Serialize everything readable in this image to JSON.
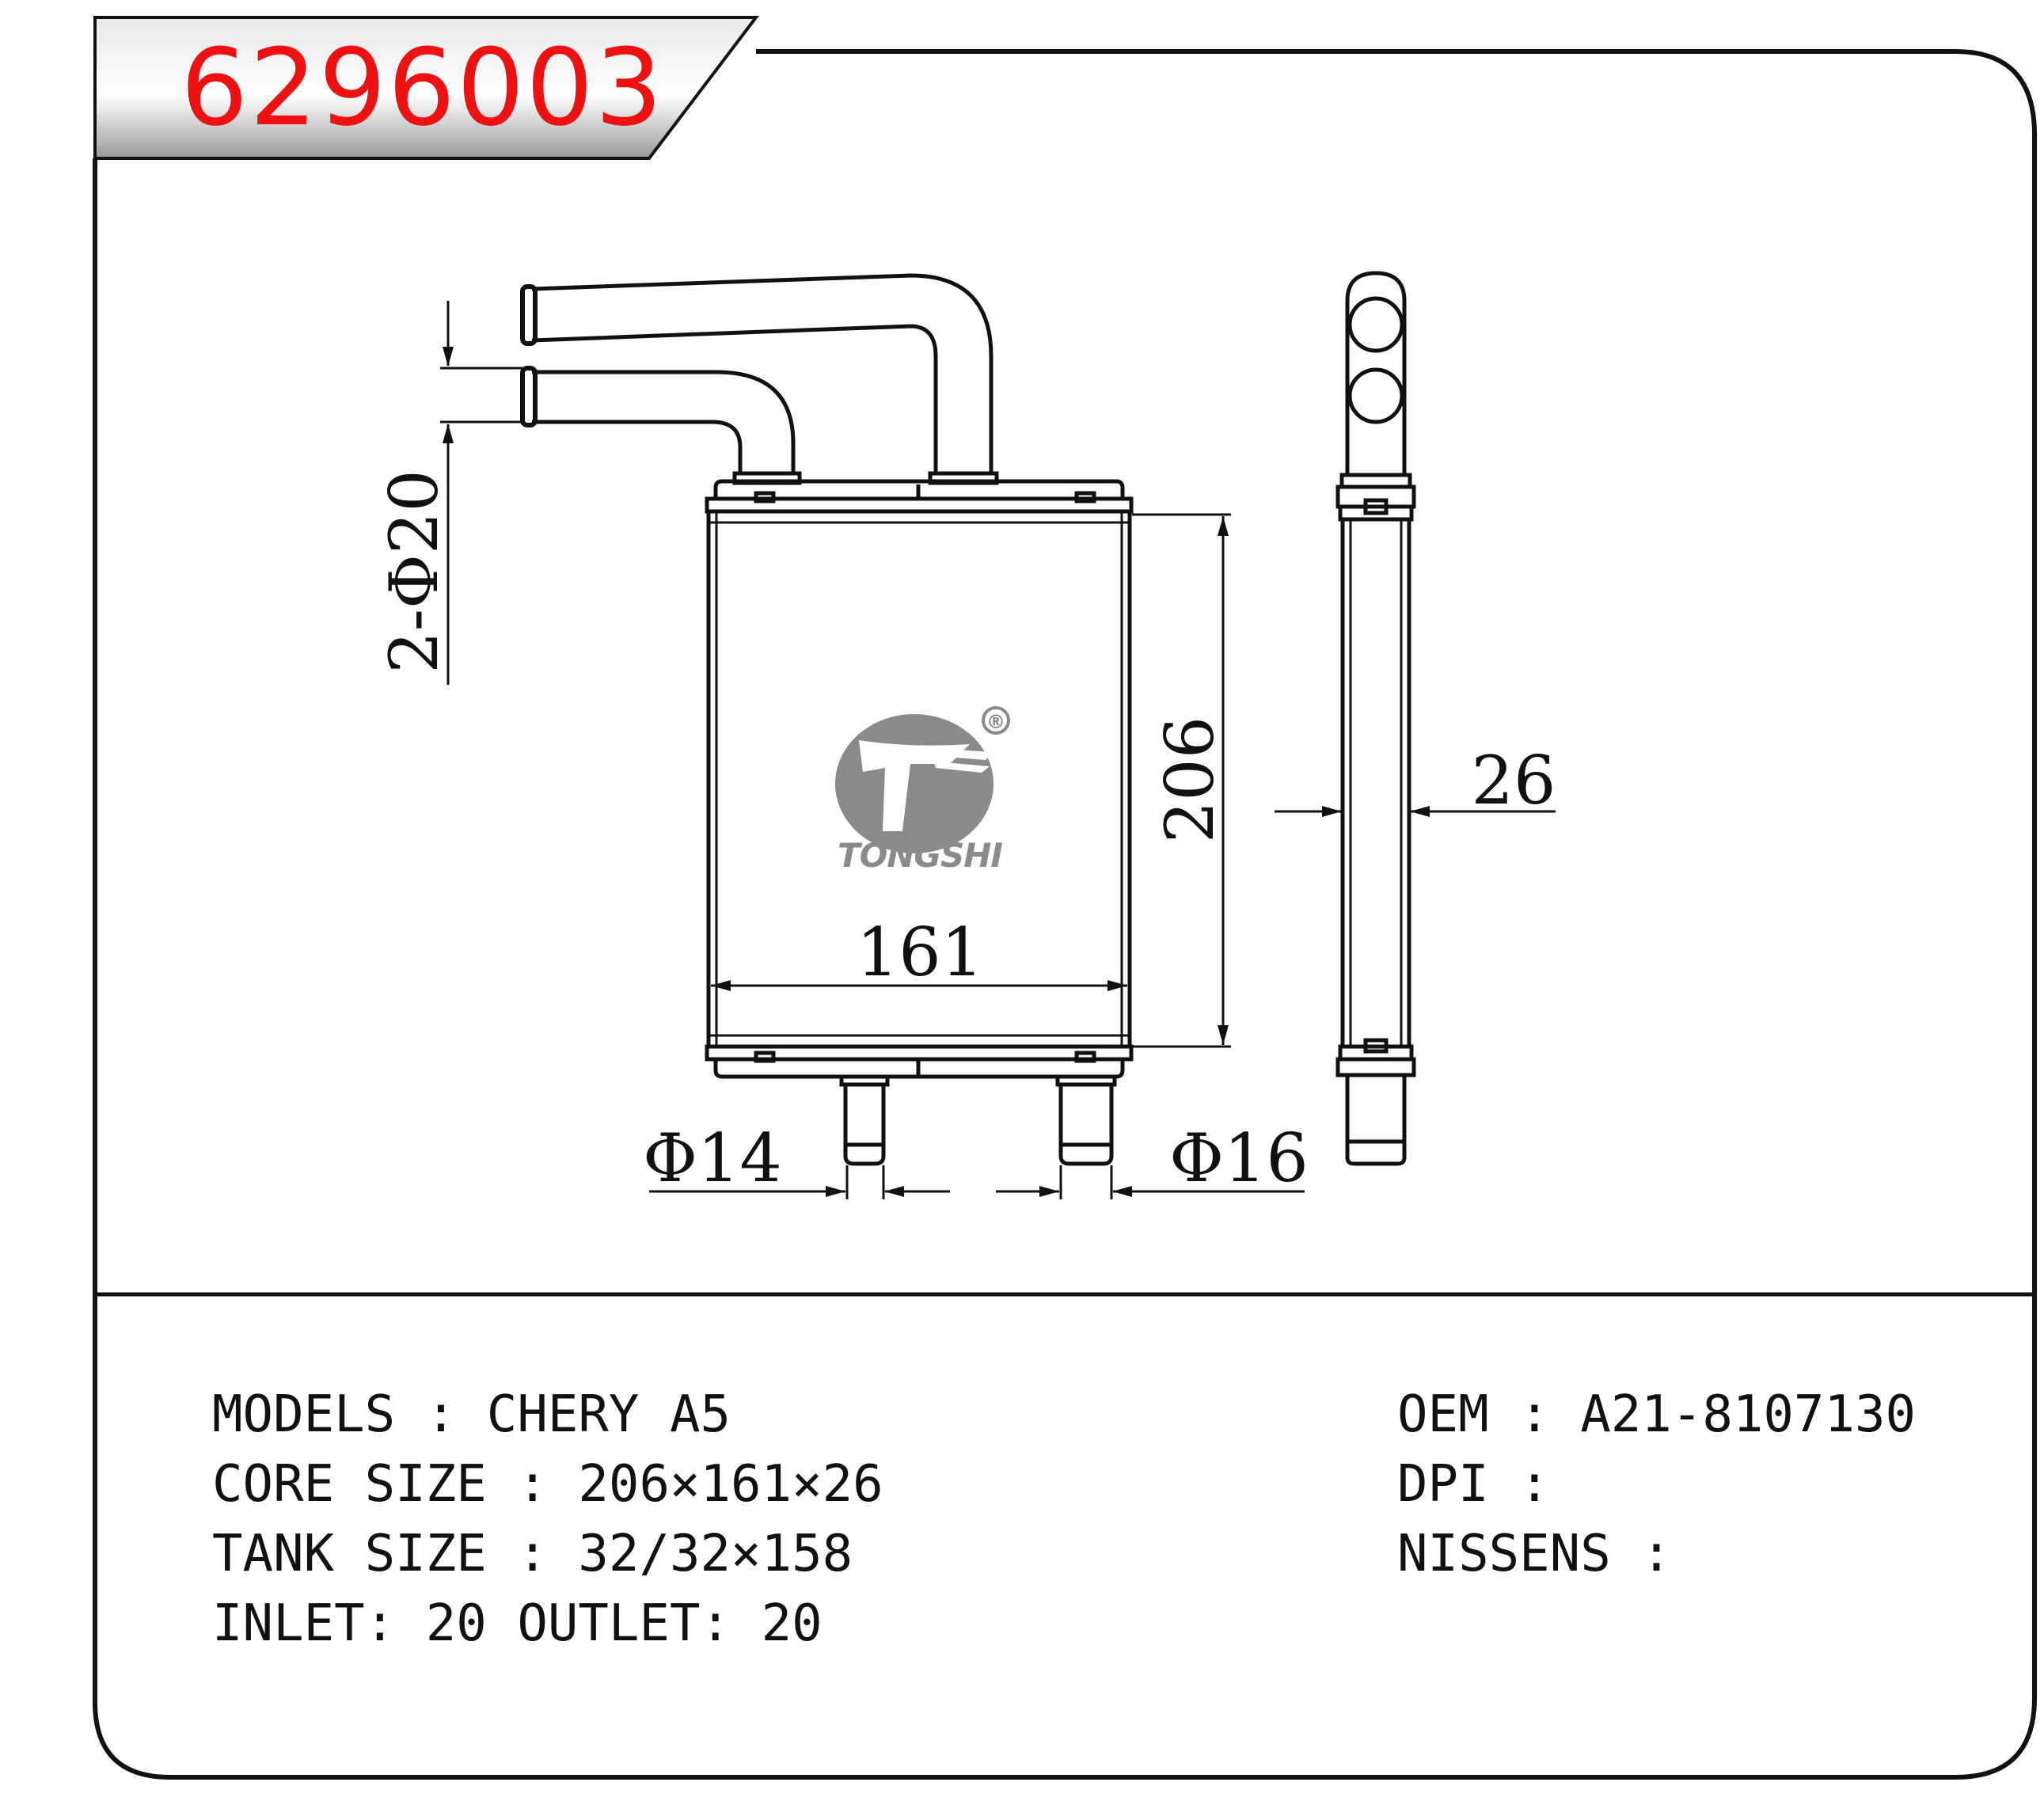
{
  "header": {
    "part_code": "6296003"
  },
  "dimensions": {
    "pipe_dia_label": "2-Φ20",
    "core_height": "206",
    "core_width": "161",
    "thickness": "26",
    "outlet_dia_left": "Φ14",
    "outlet_dia_right": "Φ16"
  },
  "logo": {
    "brand": "TONGSHI",
    "registered": "®"
  },
  "specs": {
    "models": "MODELS : CHERY A5",
    "core_size": "CORE SIZE : 206×161×26",
    "tank_size": "TANK SIZE : 32/32×158",
    "inlet_outlet": "INLET: 20 OUTLET: 20",
    "oem": "OEM : A21-8107130",
    "dpi": "DPI :",
    "nissens": "NISSENS :"
  },
  "colors": {
    "code_red": "#ee1111",
    "line": "#111111",
    "logo_gray": "#8a8a8a"
  }
}
